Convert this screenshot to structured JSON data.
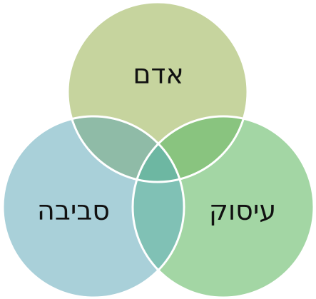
{
  "diagram": {
    "type": "venn",
    "circles": [
      {
        "label": "אדם",
        "color": "#c6d49e"
      },
      {
        "label": "סביבה",
        "color": "#a9d0d9"
      },
      {
        "label": "עיסוק",
        "color": "#a3d6a4"
      }
    ],
    "overlap_colors": {
      "top_left": "#8fbba7",
      "top_right": "#89c47f",
      "left_right": "#80c1b5",
      "center": "#6db7a2"
    },
    "outline_color": "#ffffff"
  }
}
